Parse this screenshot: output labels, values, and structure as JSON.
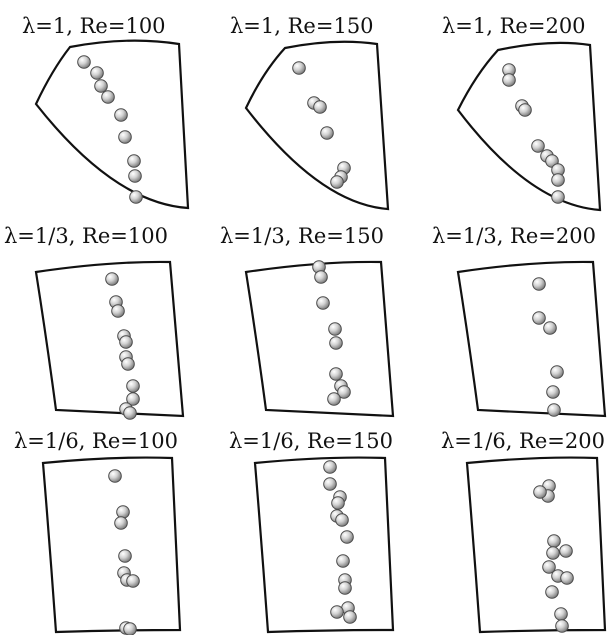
{
  "figure": {
    "panels": [
      {
        "id": "p1",
        "title": "λ=1, Re=100"
      },
      {
        "id": "p2",
        "title": "λ=1, Re=150"
      },
      {
        "id": "p3",
        "title": "λ=1, Re=200"
      },
      {
        "id": "p4",
        "title": "λ=1/3, Re=100"
      },
      {
        "id": "p5",
        "title": "λ=1/3, Re=150"
      },
      {
        "id": "p6",
        "title": "λ=1/3, Re=200"
      },
      {
        "id": "p7",
        "title": "λ=1/6, Re=100"
      },
      {
        "id": "p8",
        "title": "λ=1/6, Re=150"
      },
      {
        "id": "p9",
        "title": "λ=1/6, Re=200"
      }
    ],
    "colors": {
      "outline": "#111111",
      "particle_highlight": "#ffffff",
      "particle_mid": "#c8c8c8",
      "particle_shadow": "#7a7a7a"
    }
  }
}
